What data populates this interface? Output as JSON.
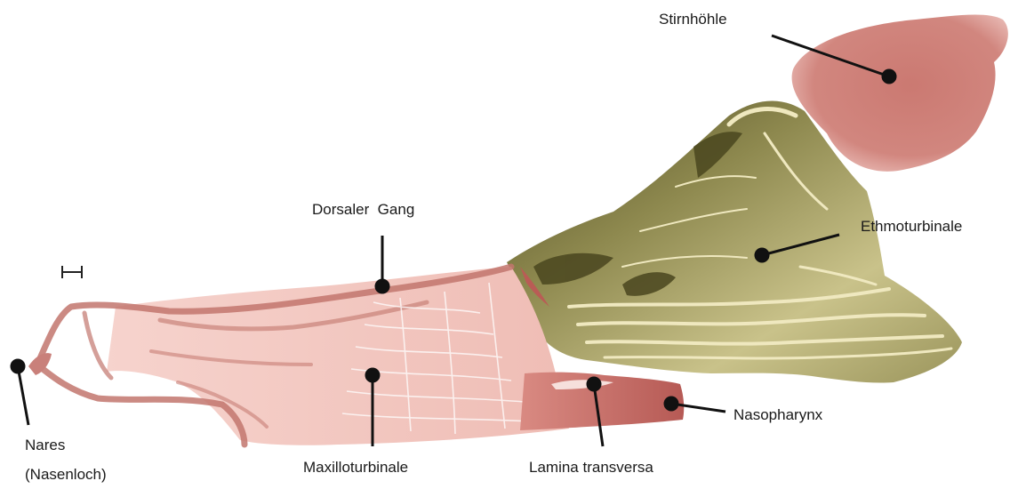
{
  "labels": {
    "stirnhoehle": "Stirnhöhle",
    "dorsaler_gang": "Dorsaler  Gang",
    "ethmoturbinale": "Ethmoturbinale",
    "nasopharynx": "Nasopharynx",
    "nares_line1": "Nares",
    "nares_line2": "(Nasenloch)",
    "maxilloturbinale": "Maxilloturbinale",
    "lamina_transversa": "Lamina transversa"
  },
  "colors": {
    "frontal_sinus": "#c26a62",
    "ethmo_olive": "#8f8a50",
    "ethmo_light": "#d6d09a",
    "maxillo_pink": "#f2c4bc",
    "cavity_outline": "#c2766d",
    "nasopharynx": "#c06660",
    "leader": "#111111"
  }
}
